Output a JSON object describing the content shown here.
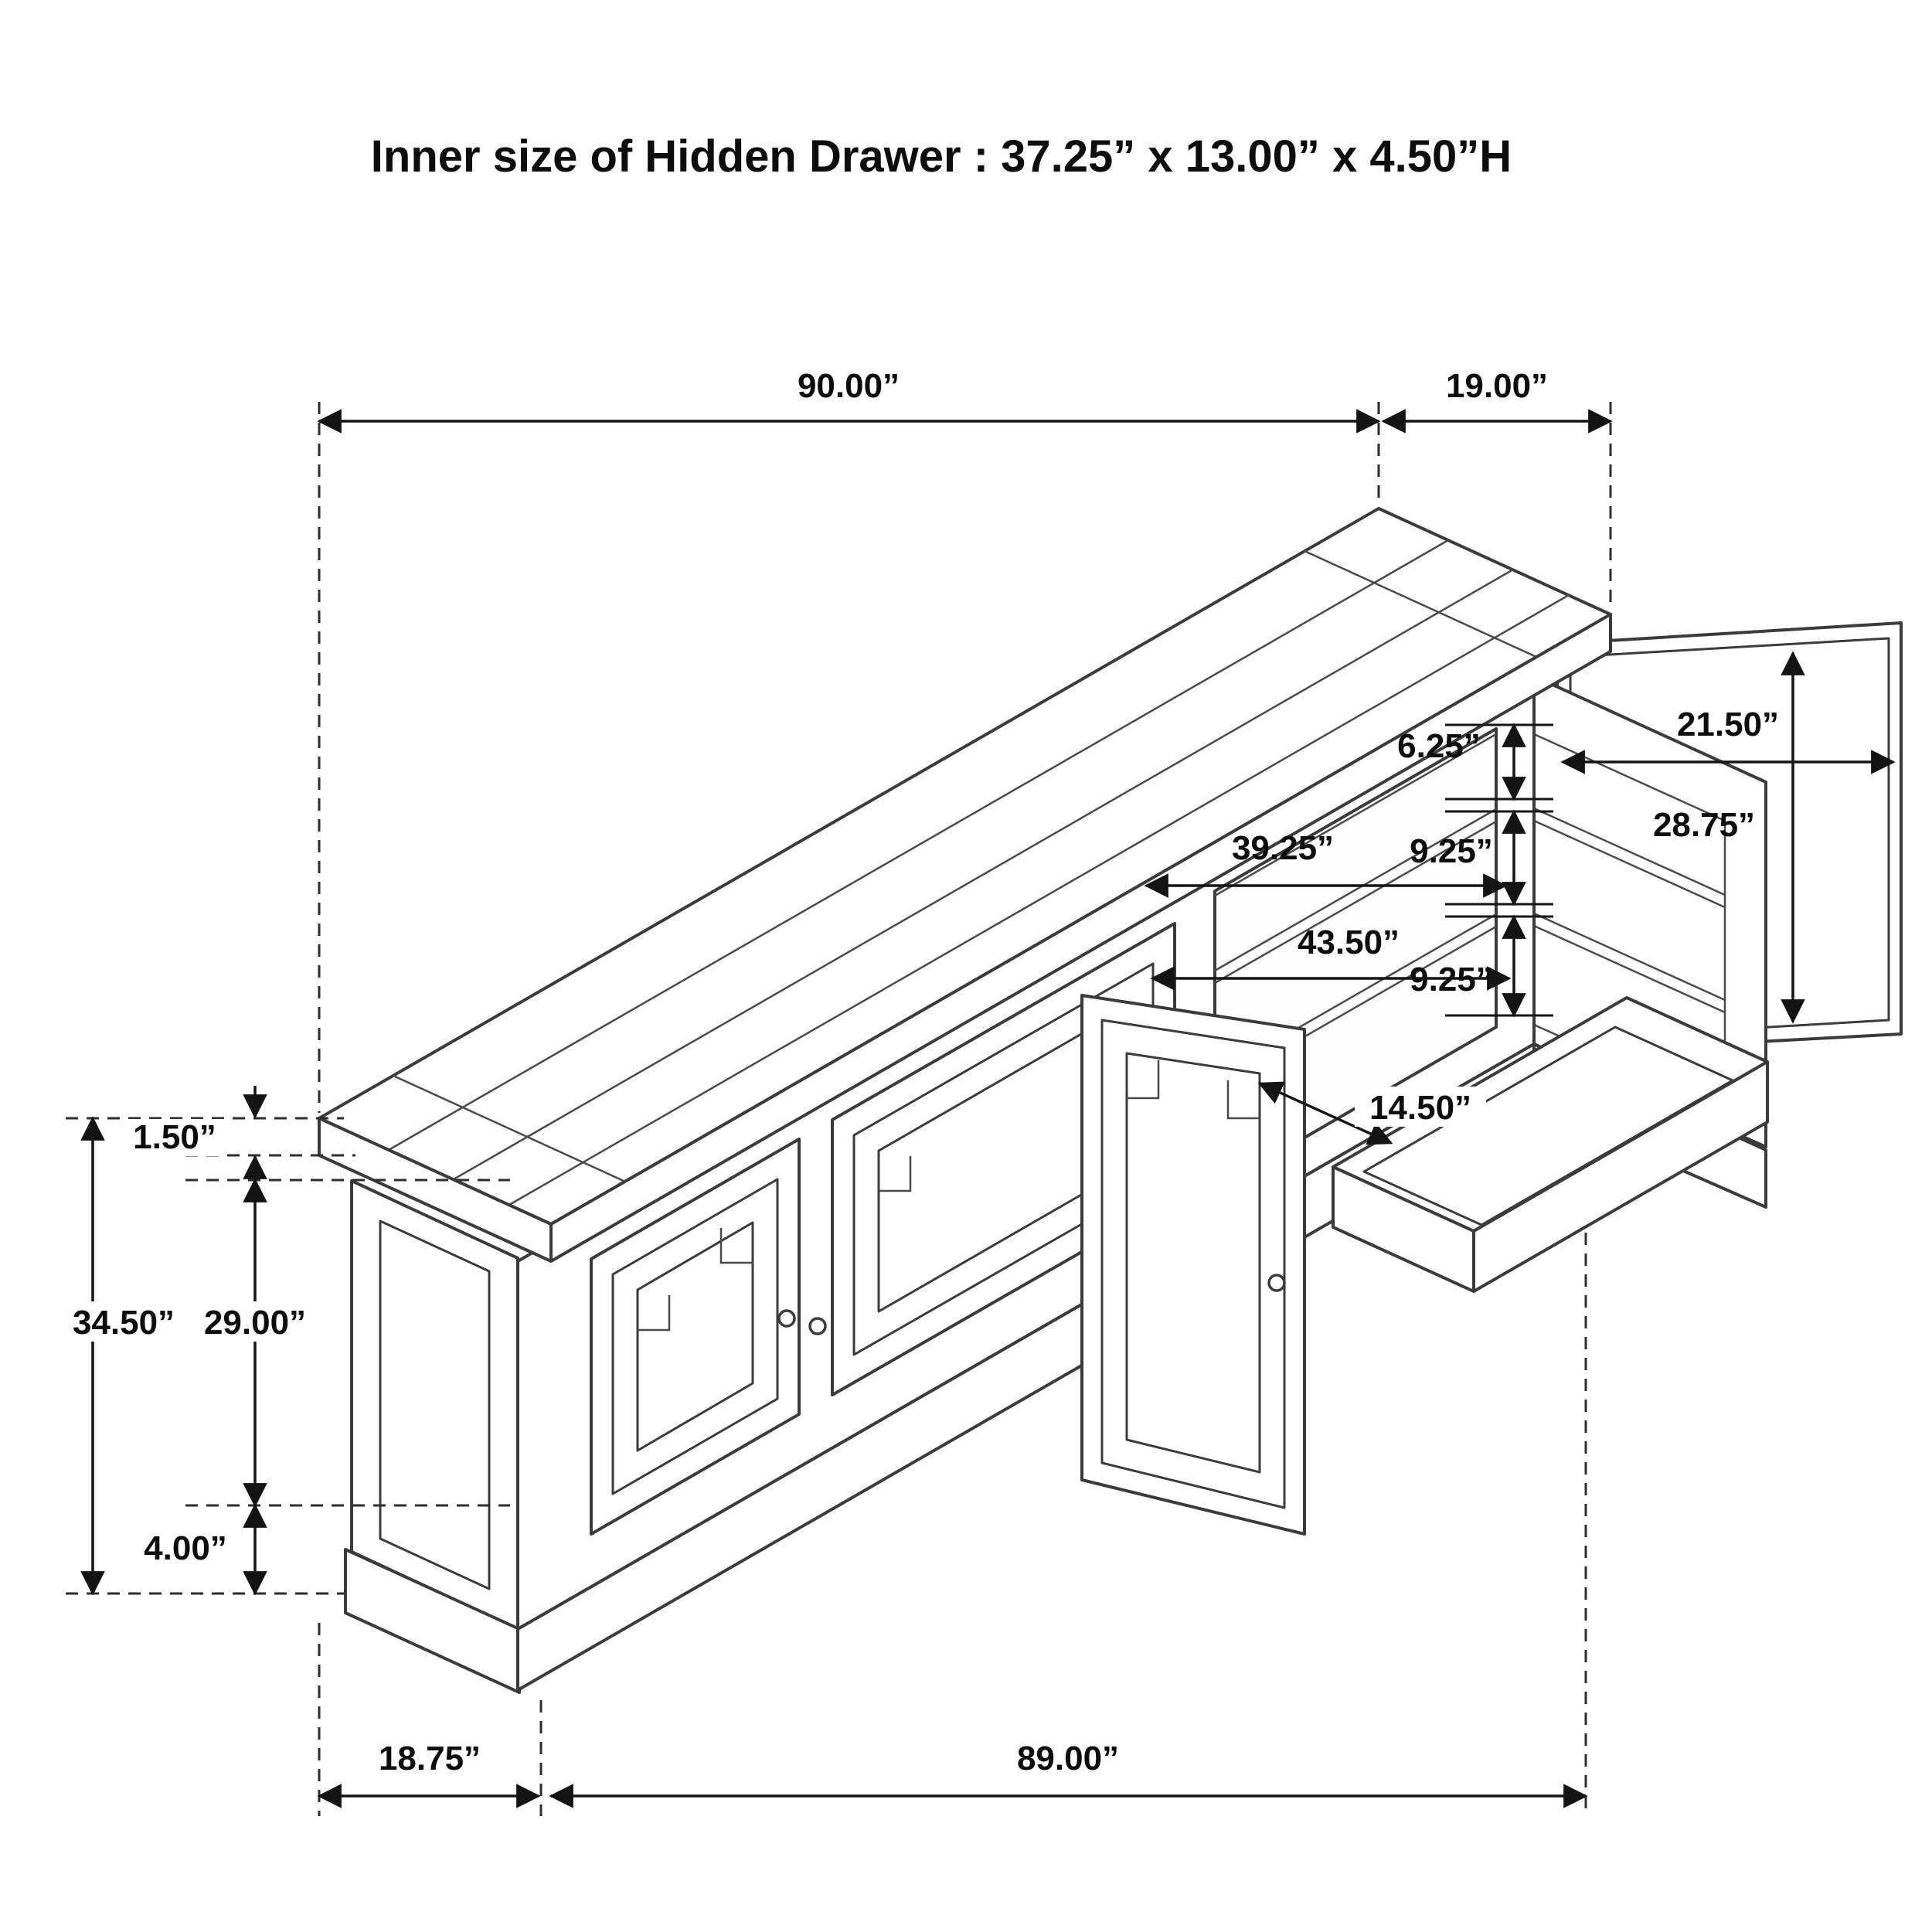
{
  "title": "Inner size of Hidden Drawer : 37.25” x 13.00” x 4.50”H",
  "dimensions": {
    "top_length": "90.00”",
    "top_depth": "19.00”",
    "side_door_width": "21.50”",
    "side_opening_height": "28.75”",
    "shelf_gap_top": "6.25”",
    "shelf_gap_middle": "9.25”",
    "shelf_gap_bottom": "9.25”",
    "interior_width_upper": "39.25”",
    "interior_width_lower": "43.50”",
    "drawer_pullout": "14.50”",
    "top_thickness": "1.50”",
    "side_height": "34.50”",
    "door_height": "29.00”",
    "base_height": "4.00”",
    "end_depth": "18.75”",
    "body_width": "89.00”"
  },
  "colors": {
    "line": "#3b3b3b",
    "dimension": "#141414",
    "background": "#ffffff"
  }
}
